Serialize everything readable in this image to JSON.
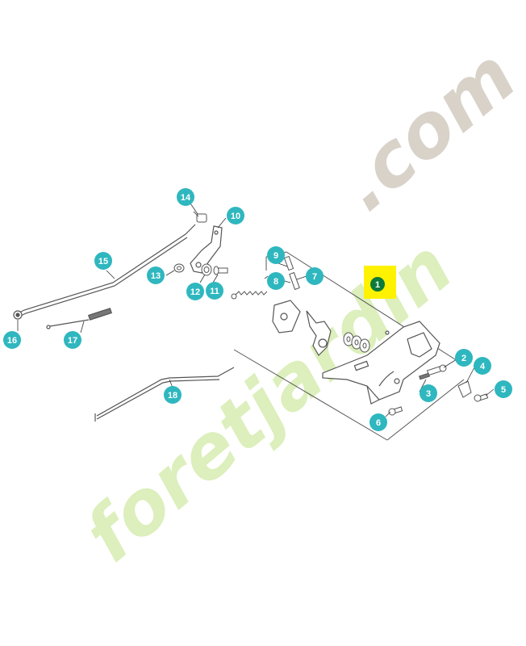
{
  "watermark": {
    "part1": "foretjardin",
    "part2": ".com",
    "color_green": "#d6ecb0",
    "color_grey": "#d4cdc3"
  },
  "colors": {
    "callout": "#2fb7bf",
    "callout_main": "#0b7a3a",
    "highlight": "#fff200",
    "line": "#555555"
  },
  "callouts": [
    {
      "id": "1",
      "label": "1"
    },
    {
      "id": "2",
      "label": "2"
    },
    {
      "id": "3",
      "label": "3"
    },
    {
      "id": "4",
      "label": "4"
    },
    {
      "id": "5",
      "label": "5"
    },
    {
      "id": "6",
      "label": "6"
    },
    {
      "id": "7",
      "label": "7"
    },
    {
      "id": "8",
      "label": "8"
    },
    {
      "id": "9",
      "label": "9"
    },
    {
      "id": "10",
      "label": "10"
    },
    {
      "id": "11",
      "label": "11"
    },
    {
      "id": "12",
      "label": "12"
    },
    {
      "id": "13",
      "label": "13"
    },
    {
      "id": "14",
      "label": "14"
    },
    {
      "id": "15",
      "label": "15"
    },
    {
      "id": "16",
      "label": "16"
    },
    {
      "id": "17",
      "label": "17"
    },
    {
      "id": "18",
      "label": "18"
    }
  ]
}
